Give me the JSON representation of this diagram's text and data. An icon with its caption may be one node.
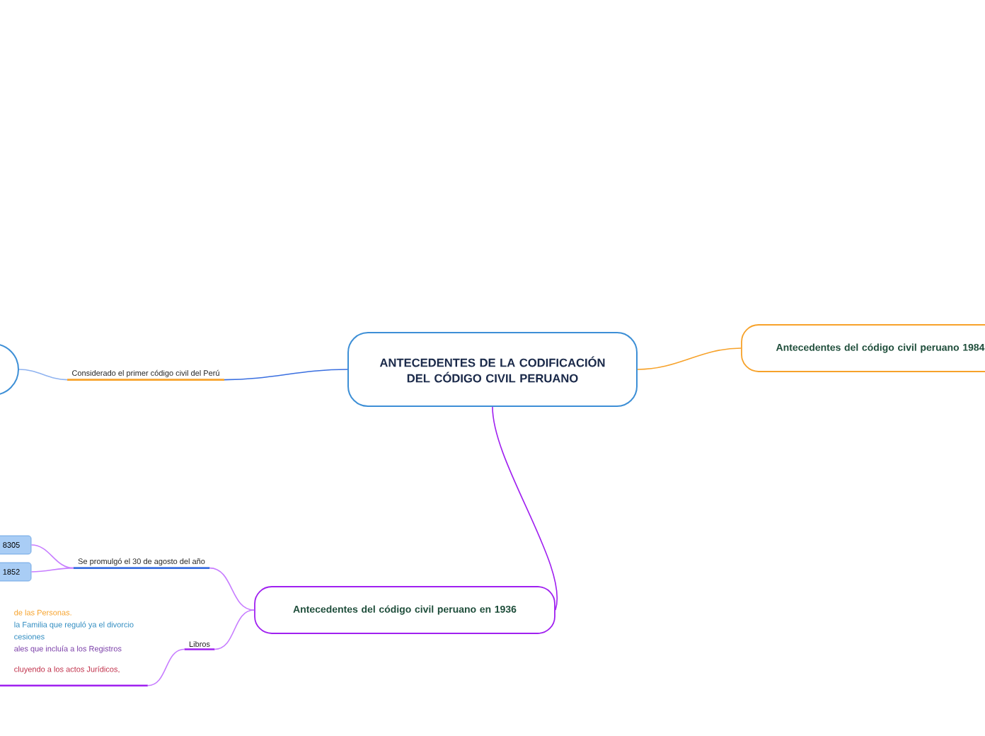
{
  "diagram": {
    "nodes": [
      {
        "text": [
          "ANTECEDENTES DE LA CODIFICACIÓN DEL CÓDIGO CIVIL PERUANO"
        ]
      },
      {
        "text": [
          "Antecedentes del código civil peruano 1984"
        ]
      },
      {
        "text": [],
        "shape": "circle"
      },
      {
        "text": [
          "Considerado el primer código civil del Perú"
        ]
      },
      {
        "text": [
          "Antecedentes del código civil peruano en 1936"
        ]
      },
      {
        "text": [
          "Se promulgó el 30 de agosto del año"
        ]
      },
      {
        "text": [
          "8305"
        ]
      },
      {
        "text": [
          "1852"
        ]
      },
      {
        "text": [
          "Libros"
        ]
      },
      {
        "text": [
          "de las Personas.",
          "la Familia que reguló ya el divorcio",
          "cesiones",
          "ales que incluía a los Registros",
          "cluyendo a los actos Jurídicos,"
        ]
      }
    ],
    "edges": [
      {
        "from": 0,
        "to": 1,
        "arrow": "none",
        "color": "#f7a22a"
      },
      {
        "from": 0,
        "to": 3,
        "arrow": "none",
        "color": "#3a6fe0"
      },
      {
        "from": 3,
        "to": 2,
        "arrow": "none",
        "color": "#8fb3f0"
      },
      {
        "from": 0,
        "to": 4,
        "arrow": "none",
        "color": "#a020f0"
      },
      {
        "from": 4,
        "to": 5,
        "arrow": "none"
      },
      {
        "from": 4,
        "to": 8,
        "arrow": "none"
      },
      {
        "from": 5,
        "to": 6,
        "arrow": "none"
      },
      {
        "from": 5,
        "to": 7,
        "arrow": "none"
      },
      {
        "from": 8,
        "to": 9,
        "arrow": "none"
      }
    ]
  }
}
